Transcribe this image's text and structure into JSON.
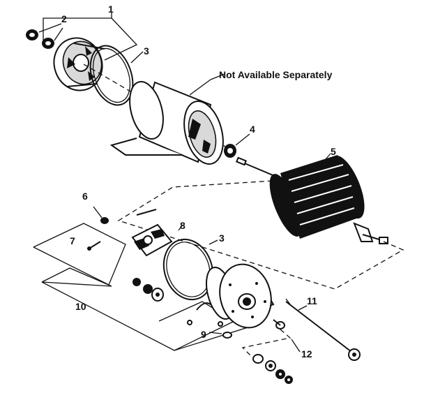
{
  "note": "Not Available Separately",
  "labels": {
    "l1": "1",
    "l2": "2",
    "l3a": "3",
    "l3b": "3",
    "l4": "4",
    "l5": "5",
    "l6": "6",
    "l7": "7",
    "l8": "8",
    "l9": "9",
    "l10": "10",
    "l11": "11",
    "l12": "12"
  }
}
